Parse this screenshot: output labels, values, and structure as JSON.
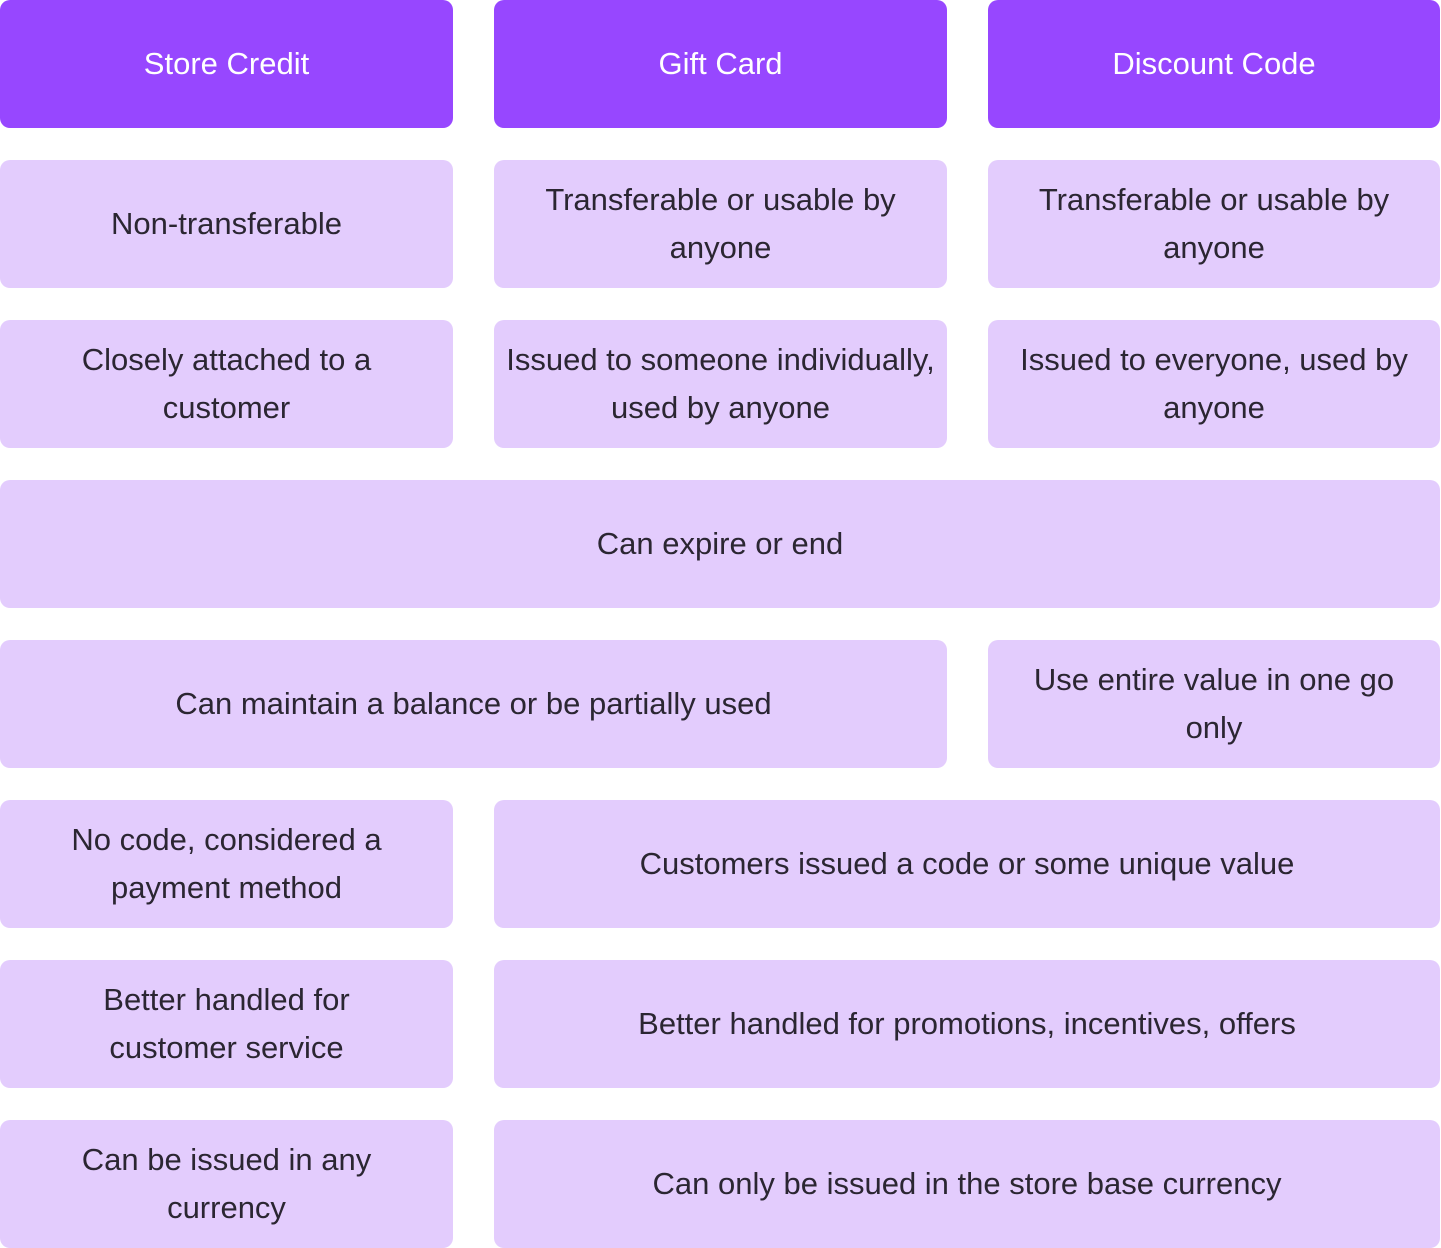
{
  "colors": {
    "header_bg": "#9747ff",
    "header_text": "#ffffff",
    "cell_bg": "#e3ccfd",
    "cell_text": "#2b2632"
  },
  "headers": {
    "store_credit": "Store Credit",
    "gift_card": "Gift Card",
    "discount_code": "Discount Code"
  },
  "rows": {
    "transferability": {
      "store_credit": "Non-transferable",
      "gift_card": "Transferable or usable by anyone",
      "discount_code": "Transferable or usable by anyone"
    },
    "issuance": {
      "store_credit": "Closely attached to a customer",
      "gift_card": "Issued to someone individually, used by anyone",
      "discount_code": "Issued to everyone, used by anyone"
    },
    "expiry": {
      "all": "Can expire or end"
    },
    "balance": {
      "store_credit_gift_card": "Can maintain a balance or be partially used",
      "discount_code": "Use entire value in one go only"
    },
    "code": {
      "store_credit": "No code, considered a payment method",
      "gift_card_discount_code": "Customers issued a code or some unique value"
    },
    "use_case": {
      "store_credit": "Better handled for customer service",
      "gift_card_discount_code": "Better handled for promotions, incentives, offers"
    },
    "currency": {
      "store_credit": "Can be issued in any currency",
      "gift_card_discount_code": "Can only be issued in the store base currency"
    }
  }
}
